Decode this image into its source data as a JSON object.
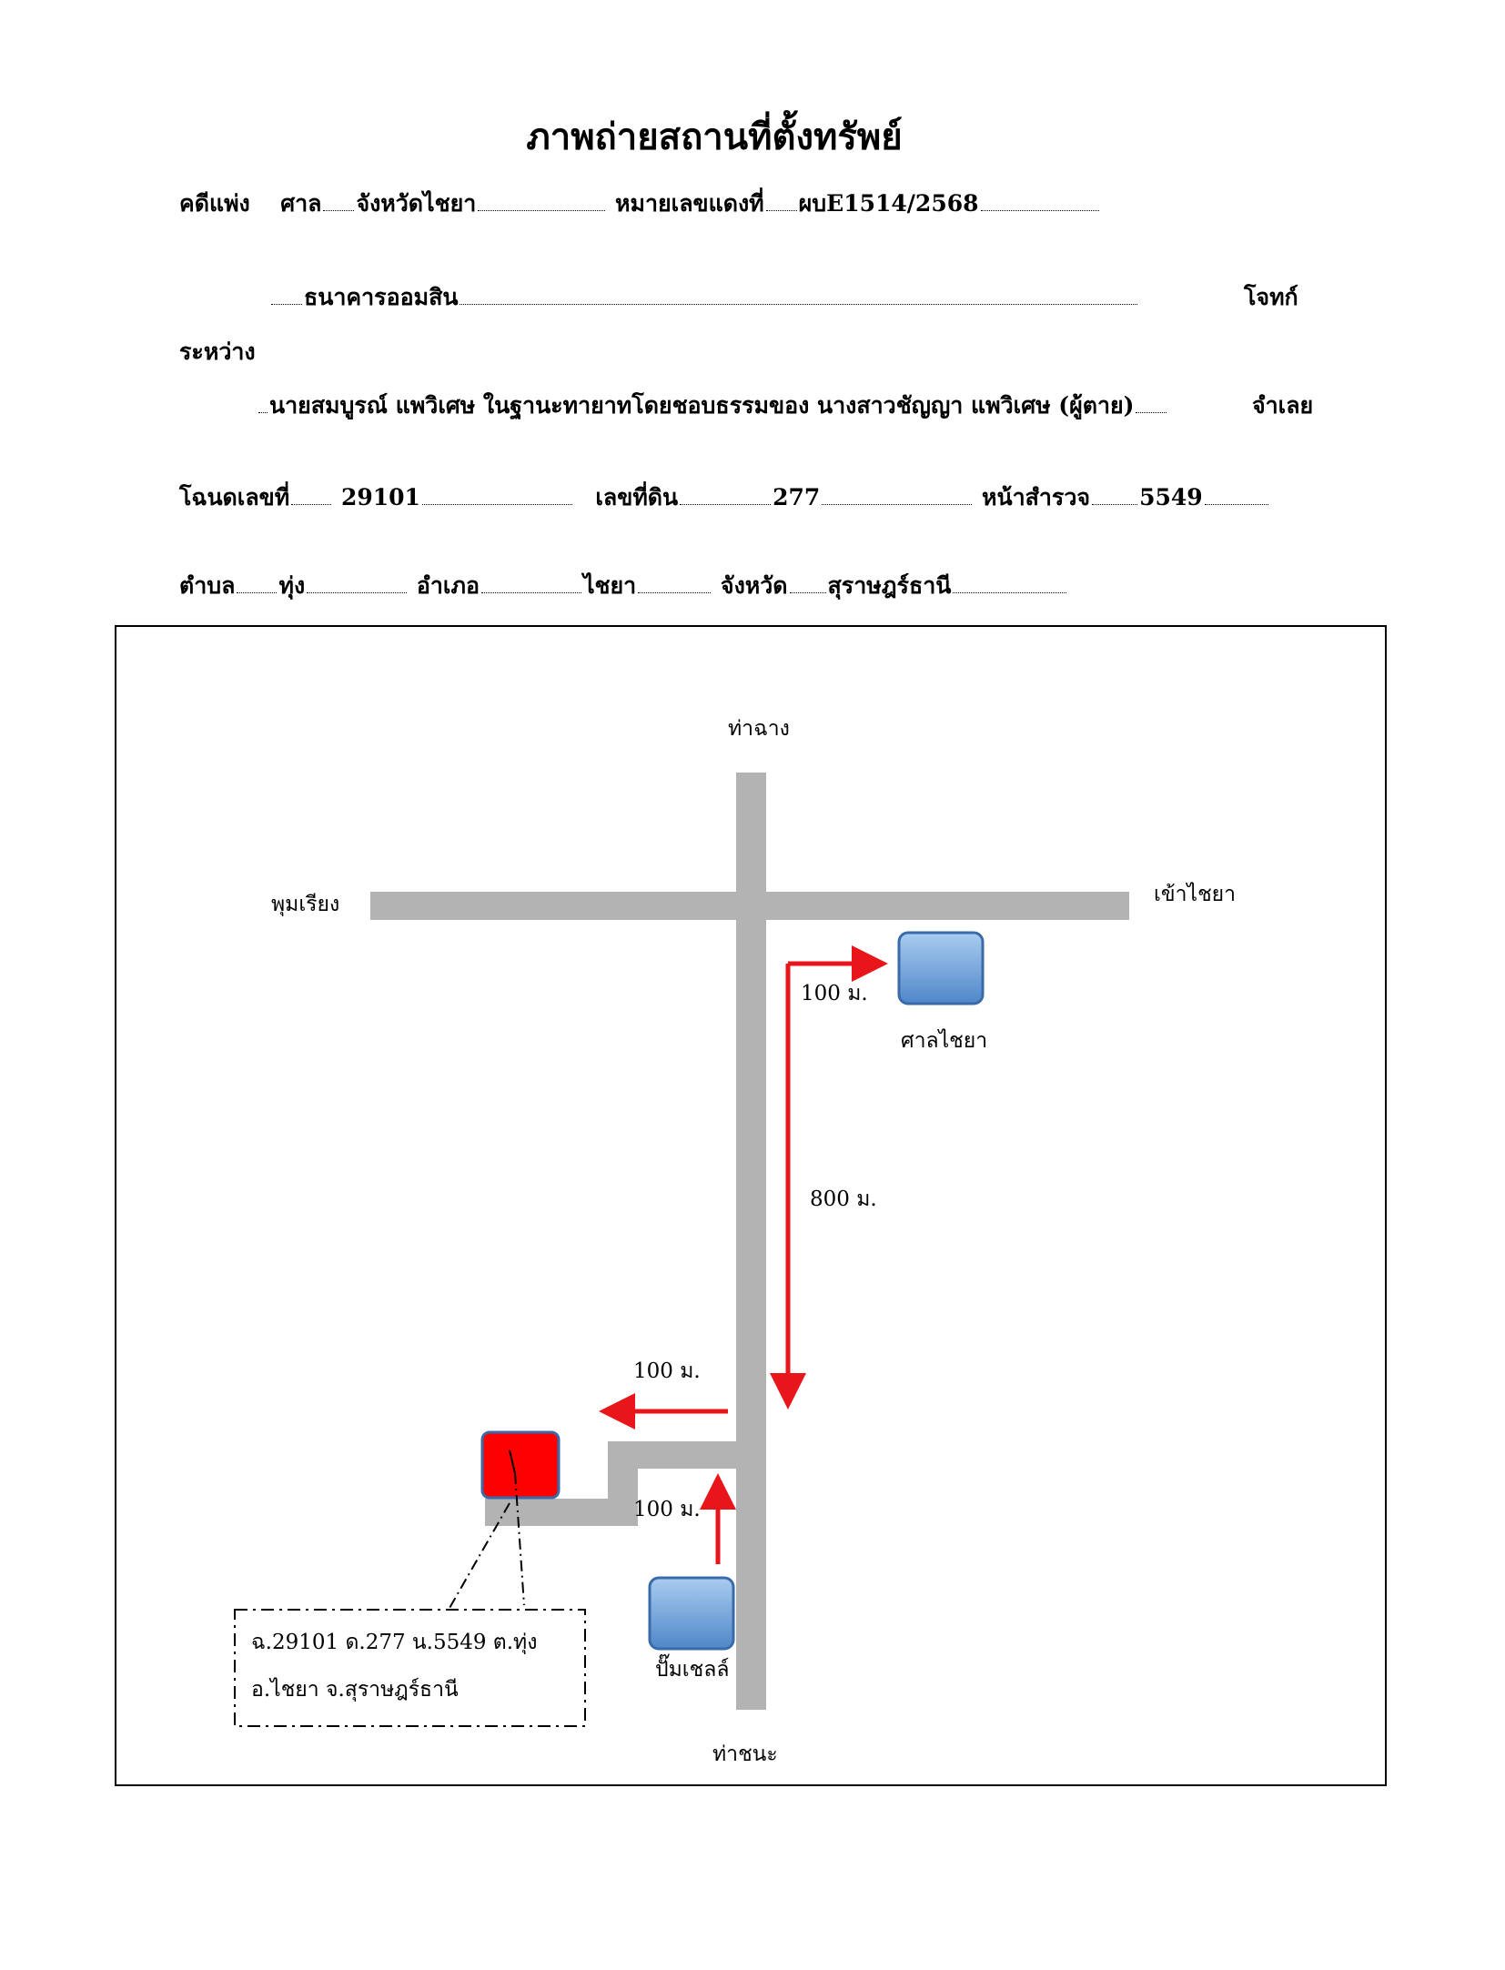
{
  "title": "ภาพถ่ายสถานที่ตั้งทรัพย์",
  "case": {
    "case_type": "คดีแพ่ง",
    "court_label": "ศาล",
    "court_name": "จังหวัดไชยา",
    "red_no_label": "หมายเลขแดงที่",
    "red_no": "ผบE1514/2568"
  },
  "plaintiff": {
    "name": "ธนาคารออมสิน",
    "role": "โจทก์"
  },
  "between": "ระหว่าง",
  "defendant": {
    "name": "นายสมบูรณ์ แพวิเศษ ในฐานะทายาทโดยชอบธรรมของ นางสาวชัญญา แพวิเศษ (ผู้ตาย)",
    "role": "จำเลย"
  },
  "deed": {
    "deed_label": "โฉนดเลขที่",
    "deed_no": "29101",
    "land_label": "เลขที่ดิน",
    "land_no": "277",
    "survey_label": "หน้าสำรวจ",
    "survey_no": "5549"
  },
  "location": {
    "subdistrict_label": "ตำบล",
    "subdistrict": "ทุ่ง",
    "district_label": "อำเภอ",
    "district": "ไชยา",
    "province_label": "จังหวัด",
    "province": "สุราษฎร์ธานี"
  },
  "map": {
    "north": "ท่าฉาง",
    "west": "พุมเรียง",
    "east": "เข้าไชยา",
    "south": "ท่าชนะ",
    "court_landmark": "ศาลไชยา",
    "shell_landmark": "ปั๊มเชลล์",
    "dist_top": "100 ม.",
    "dist_mid": "800 ม.",
    "dist_left": "100 ม.",
    "dist_up": "100 ม.",
    "note_line1": "ฉ.29101 ด.277 น.5549 ต.ทุ่ง",
    "note_line2": "อ.ไชยา จ.สุราษฎร์ธานี",
    "colors": {
      "road": "#b3b3b3",
      "arrow": "#e8161b",
      "property": "#ff0000",
      "landmark": "#6a9fd9"
    }
  }
}
